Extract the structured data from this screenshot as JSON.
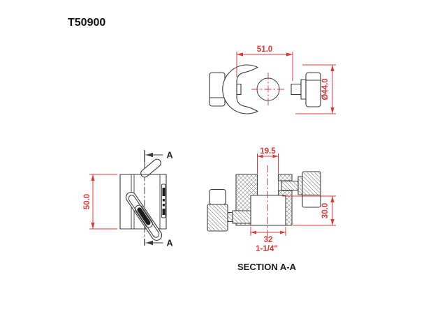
{
  "title": "T50900",
  "colors": {
    "line": "#3a3a3a",
    "dimension": "#dd3838",
    "dark": "#1c1c1c",
    "hatch": "#8a8a8a",
    "background": "#ffffff"
  },
  "top_view": {
    "width_dim": "51.0",
    "diameter_dim": "Ø44.0"
  },
  "side_view": {
    "height_dim": "50.0",
    "section_label": "A"
  },
  "section_view": {
    "slot_width_dim": "19.5",
    "bore_width_dim": "32",
    "bore_width_inch": "1-1/4\"",
    "depth_dim": "30.0",
    "caption": "SECTION A-A"
  }
}
